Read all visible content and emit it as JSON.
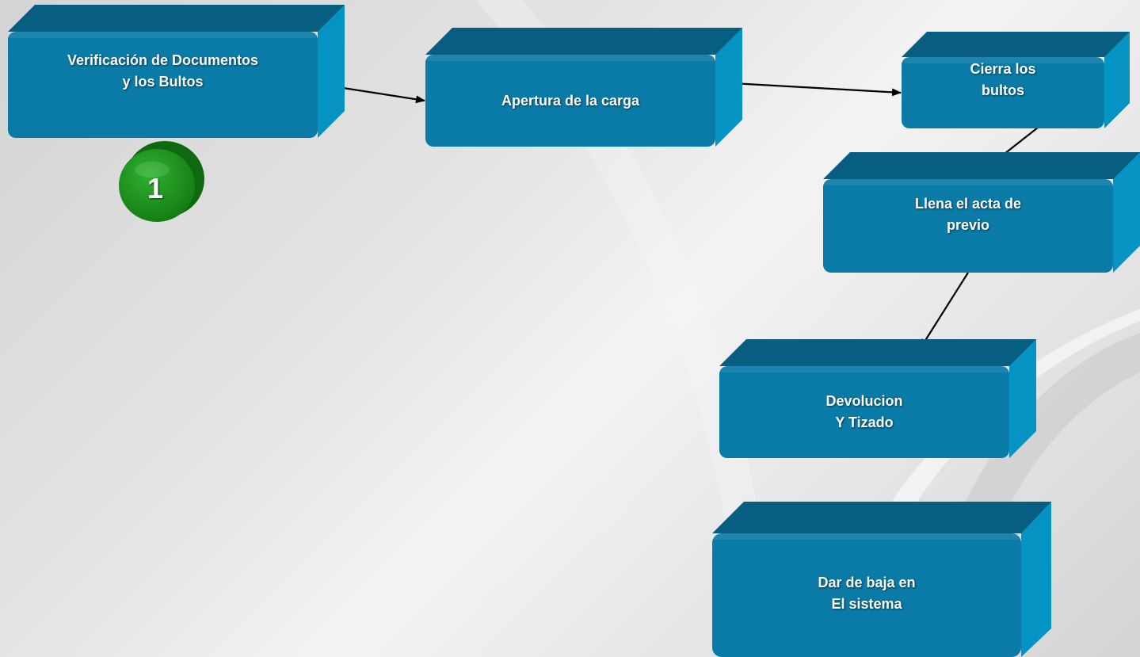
{
  "diagram": {
    "steps": [
      {
        "id": "verificacion",
        "label": "Verificación de Documentos\ny los Bultos"
      },
      {
        "id": "apertura",
        "label": "Apertura de la carga"
      },
      {
        "id": "cierra",
        "label": "Cierra los\nbultos"
      },
      {
        "id": "llena",
        "label": "Llena el acta de\nprevio"
      },
      {
        "id": "devolucion",
        "label": "Devolucion\nY Tizado"
      },
      {
        "id": "baja",
        "label": "Dar de baja en\nEl sistema"
      }
    ],
    "marker": {
      "number": "1"
    },
    "connections": [
      {
        "from": "verificacion",
        "to": "apertura"
      },
      {
        "from": "apertura",
        "to": "cierra"
      },
      {
        "from": "cierra",
        "to": "llena"
      },
      {
        "from": "llena",
        "to": "devolucion"
      }
    ],
    "colors": {
      "box_front": "#0a7aa6",
      "box_top": "#075e80",
      "box_side": "#0593c4",
      "marker_green": "#1e9a1e",
      "arrow": "#000000"
    }
  }
}
